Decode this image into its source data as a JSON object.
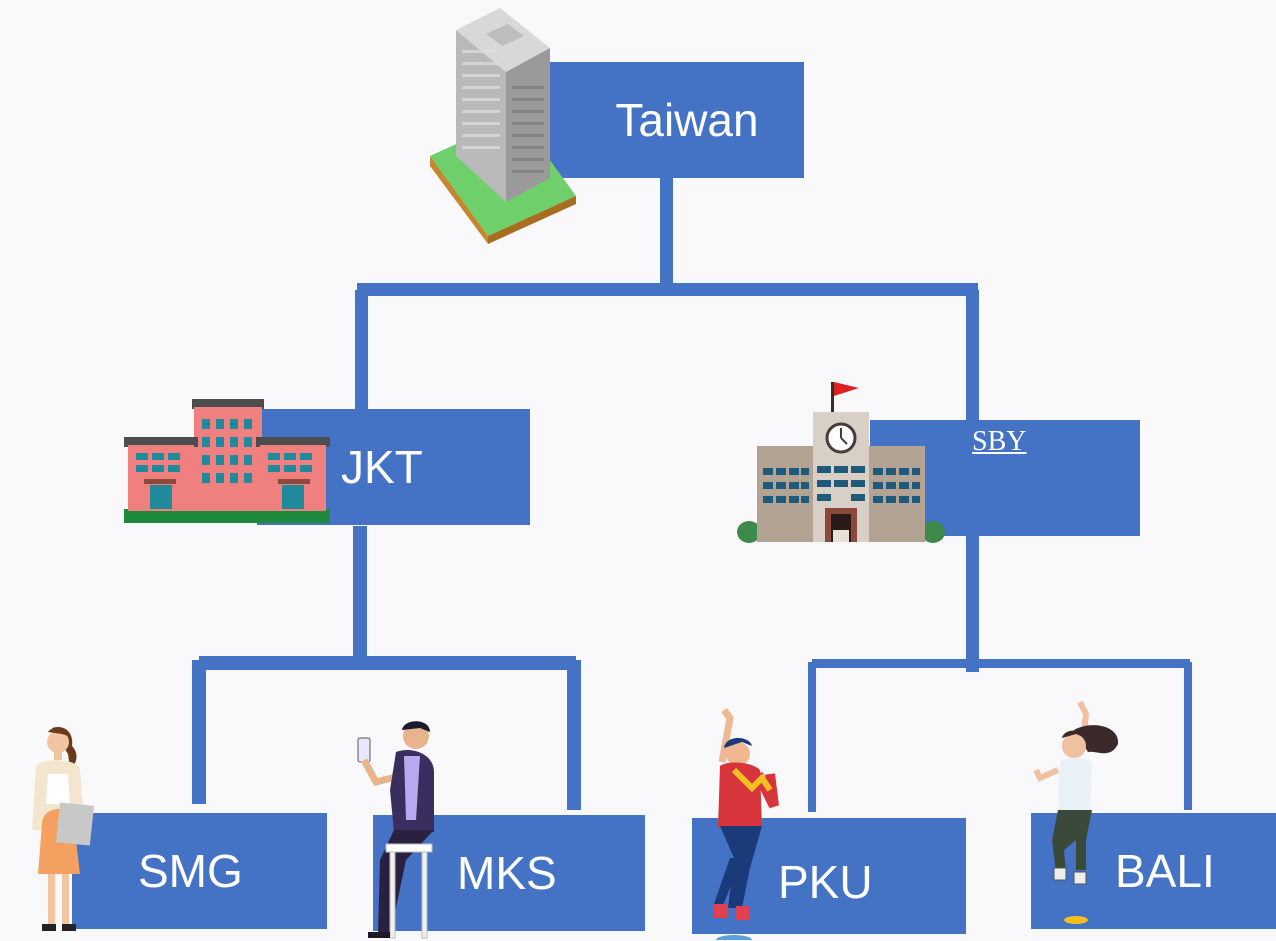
{
  "root": {
    "label": "Taiwan",
    "icon": "office-tower-icon"
  },
  "branches": [
    {
      "label": "JKT",
      "icon": "red-office-building-icon",
      "children": [
        {
          "label": "SMG",
          "icon": "woman-with-folder-icon"
        },
        {
          "label": "MKS",
          "icon": "man-on-stool-with-phone-icon"
        }
      ]
    },
    {
      "label": "SBY",
      "icon": "clock-tower-school-icon",
      "children": [
        {
          "label": "PKU",
          "icon": "cheering-man-icon"
        },
        {
          "label": "BALI",
          "icon": "jumping-woman-icon"
        }
      ]
    }
  ],
  "colors": {
    "box": "#4472c4",
    "connector": "#4472c4",
    "text": "#ffffff",
    "background": "#f9f9fb"
  }
}
